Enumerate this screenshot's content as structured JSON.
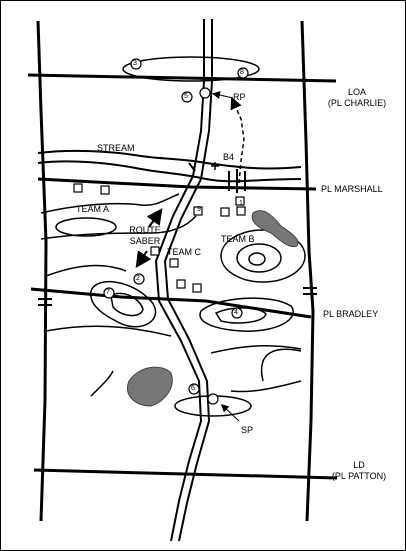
{
  "phase_lines": {
    "loa": "LOA",
    "loa_name": "(PL CHARLIE)",
    "marshall": "PL MARSHALL",
    "bradley": "PL BRADLEY",
    "ld": "LD",
    "ld_name": "(PL PATTON)"
  },
  "features": {
    "stream": "STREAM",
    "route": "ROUTE",
    "route_name": "SABER",
    "rp": "RP",
    "sp": "SP",
    "b4": "B4"
  },
  "units": {
    "team_a": "TEAM A",
    "team_b": "TEAM B",
    "team_c": "TEAM C"
  },
  "checkpoints": [
    "1",
    "2",
    "3",
    "4",
    "5",
    "6",
    "7",
    "8",
    "9"
  ]
}
